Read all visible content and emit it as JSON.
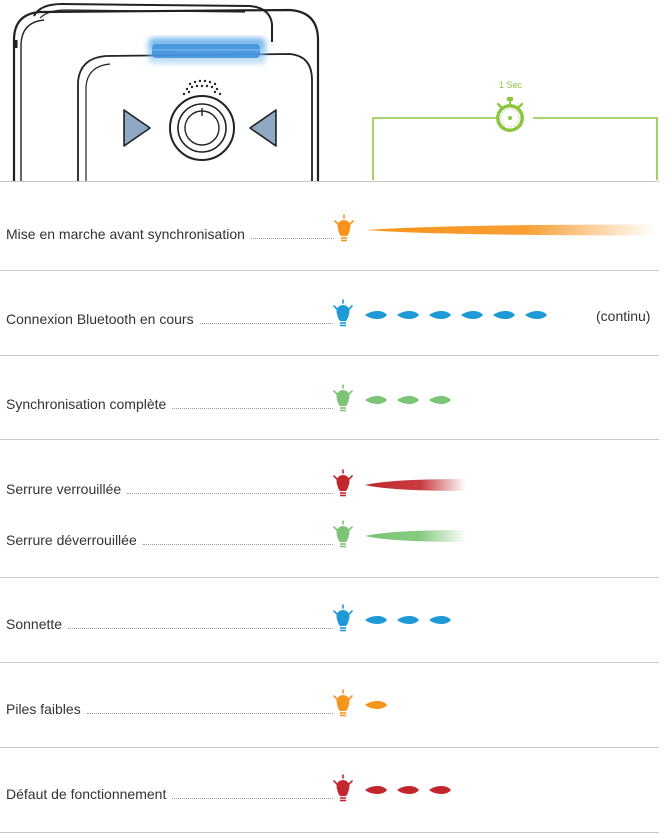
{
  "timer": {
    "label": "1 Sec"
  },
  "colors": {
    "orange": "#f7941d",
    "blue": "#1e9ad6",
    "green": "#7cc576",
    "red": "#c1272d",
    "timer_green": "#8cc63f",
    "separator": "#c7c7c7"
  },
  "rows": [
    {
      "label": "Mise en marche avant synchronisation",
      "bulb": "orange",
      "pattern": "long-fade",
      "blinks": 1
    },
    {
      "label": "Connexion Bluetooth en cours",
      "bulb": "blue",
      "pattern": "blinks",
      "blinks": 6,
      "note": "(continu)"
    },
    {
      "label": "Synchronisation complète",
      "bulb": "green",
      "pattern": "blinks",
      "blinks": 3
    },
    {
      "label": "Serrure verrouillée",
      "bulb": "red",
      "pattern": "medium-fade",
      "blinks": 1
    },
    {
      "label": "Serrure déverrouillée",
      "bulb": "green",
      "pattern": "medium-fade",
      "blinks": 1
    },
    {
      "label": "Sonnette",
      "bulb": "blue",
      "pattern": "blinks",
      "blinks": 3
    },
    {
      "label": "Piles faibles",
      "bulb": "orange",
      "pattern": "blinks",
      "blinks": 1
    },
    {
      "label": "Défaut de fonctionnement",
      "bulb": "red",
      "pattern": "blinks",
      "blinks": 3
    }
  ]
}
